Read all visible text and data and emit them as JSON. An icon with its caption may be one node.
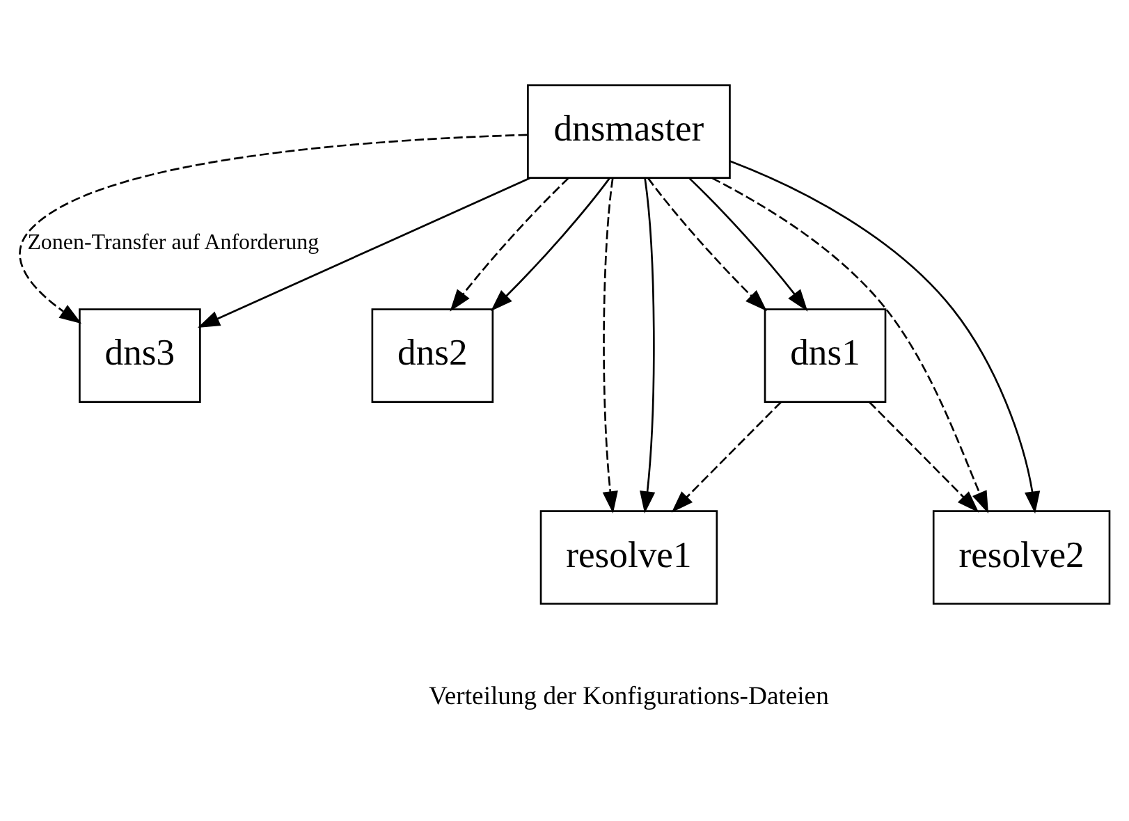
{
  "diagram": {
    "nodes": [
      {
        "text": [
          "dnsmaster"
        ]
      },
      {
        "text": [
          "dns3"
        ]
      },
      {
        "text": [
          "dns2"
        ]
      },
      {
        "text": [
          "dns1"
        ]
      },
      {
        "text": [
          "resolve1"
        ]
      },
      {
        "text": [
          "resolve2"
        ]
      }
    ],
    "edges": [
      {
        "from": 0,
        "to": 1,
        "arrow": "to",
        "style": "dashed",
        "label": "Zonen-Transfer auf Anforderung"
      },
      {
        "from": 0,
        "to": 2,
        "arrow": "to",
        "style": "dashed"
      },
      {
        "from": 0,
        "to": 3,
        "arrow": "to",
        "style": "dashed"
      },
      {
        "from": 0,
        "to": 4,
        "arrow": "to",
        "style": "dashed"
      },
      {
        "from": 0,
        "to": 5,
        "arrow": "to",
        "style": "dashed"
      },
      {
        "from": 3,
        "to": 4,
        "arrow": "to",
        "style": "dashed"
      },
      {
        "from": 3,
        "to": 5,
        "arrow": "to",
        "style": "dashed"
      },
      {
        "from": 0,
        "to": 4,
        "arrow": "to"
      },
      {
        "from": 0,
        "to": 5,
        "arrow": "to"
      },
      {
        "from": 0,
        "to": 3,
        "arrow": "to"
      },
      {
        "from": 0,
        "to": 2,
        "arrow": "to"
      },
      {
        "from": 0,
        "to": 1,
        "arrow": "to"
      }
    ],
    "labels": [
      "Verteilung der Konfigurations-Dateien"
    ]
  }
}
